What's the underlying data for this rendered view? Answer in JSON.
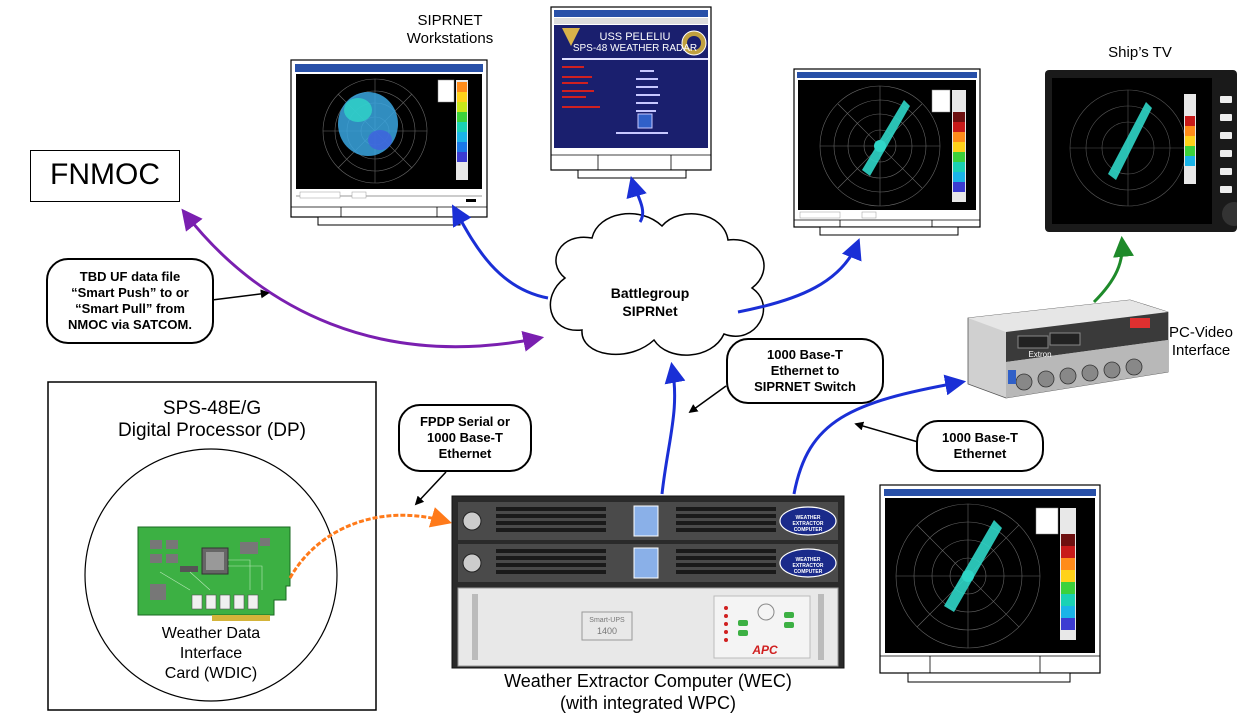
{
  "labels": {
    "fnmoc": "FNMOC",
    "siprnet_ws_1": "SIPRNET",
    "siprnet_ws_2": "Workstations",
    "ships_tv": "Ship’s TV",
    "cloud_1": "Battlegroup",
    "cloud_2": "SIPRNet",
    "pcvideo_1": "PC-Video",
    "pcvideo_2": "Interface",
    "dp_1": "SPS-48E/G",
    "dp_2": "Digital Processor (DP)",
    "wdic_1": "Weather Data",
    "wdic_2": "Interface",
    "wdic_3": "Card (WDIC)",
    "wec_1": "Weather Extractor Computer (WEC)",
    "wec_2": "(with integrated WPC)"
  },
  "callouts": {
    "tbd": [
      "TBD UF data file",
      "“Smart Push” to or",
      "“Smart Pull” from",
      "NMOC via SATCOM."
    ],
    "base_t_switch": [
      "1000 Base-T",
      "Ethernet to",
      "SIPRNET Switch"
    ],
    "fpdp": [
      "FPDP Serial or",
      "1000 Base-T",
      "Ethernet"
    ],
    "base_t_eth": [
      "1000 Base-T",
      "Ethernet"
    ]
  },
  "screens": {
    "center_title_1": "USS PELELIU",
    "center_title_2": "SPS-48 WEATHER RADAR",
    "wec_badge": "WEATHER EXTRACTOR COMPUTER",
    "ups_label": "Smart-UPS",
    "ups_model": "1400",
    "apc": "APC",
    "extron": "Extron"
  },
  "colors": {
    "blue_link": "#1a2fd6",
    "purple_link": "#7a1fb0",
    "orange_link": "#ff7a1a",
    "green_link": "#1e8a2a",
    "radar_bg": "#000000",
    "center_screen_bg": "#1a1f6e",
    "circuit_green": "#3cb043"
  }
}
